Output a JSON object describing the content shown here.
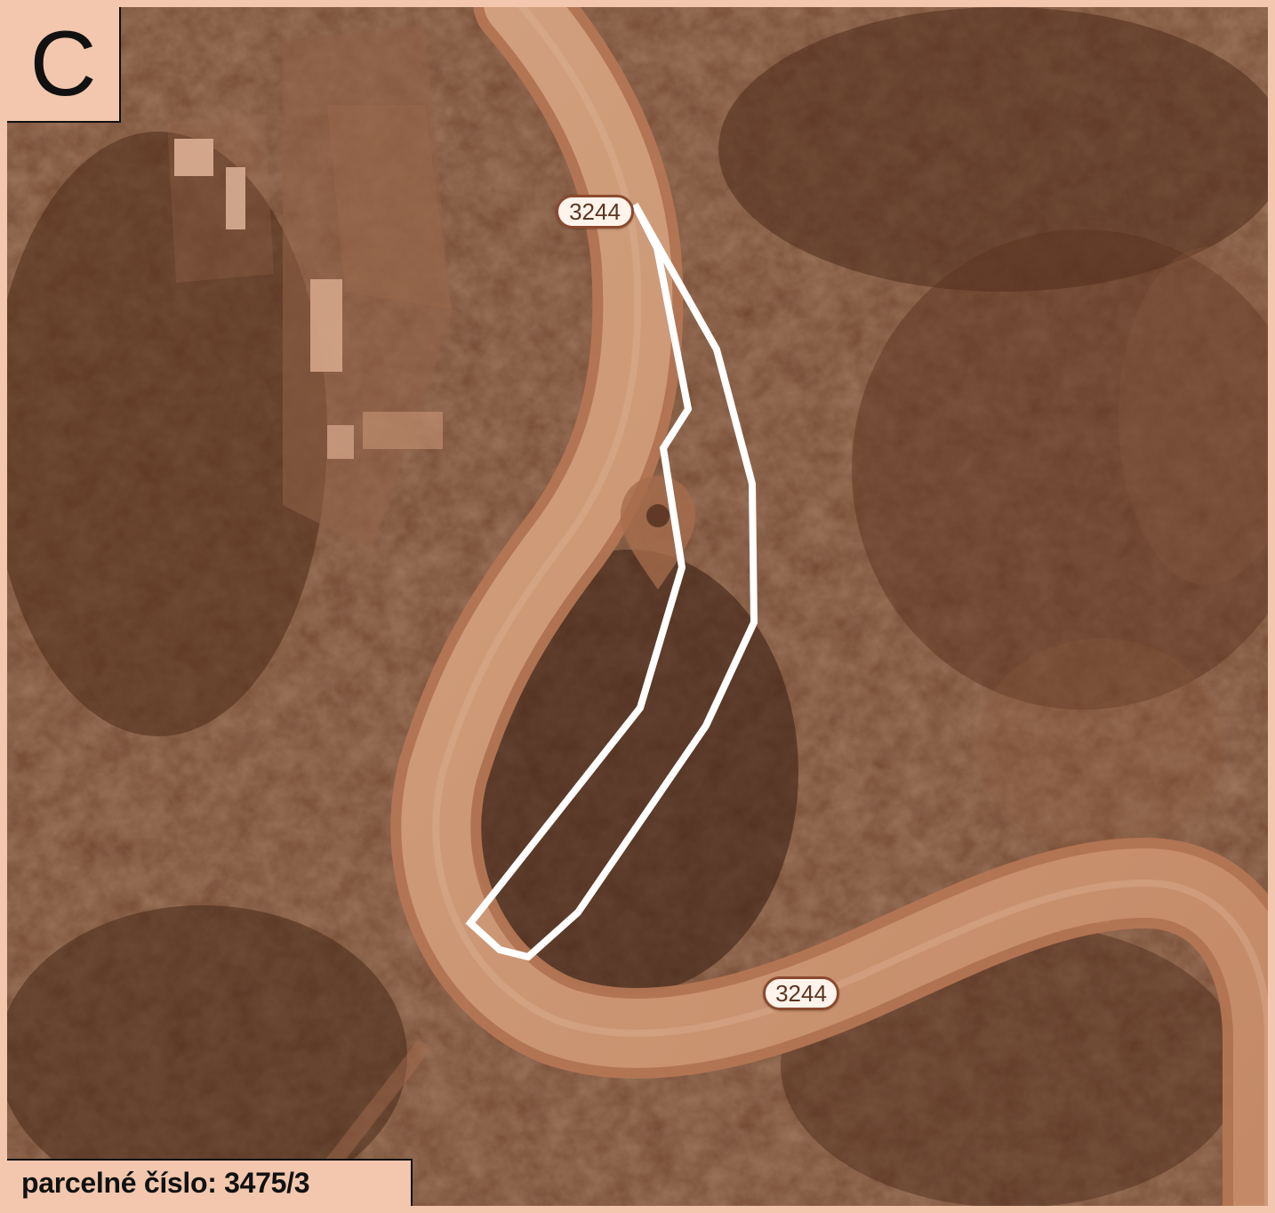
{
  "panel": {
    "letter": "C"
  },
  "map": {
    "road_number_top": "3244",
    "road_number_bottom": "3244",
    "colors": {
      "frame": "#f2c7ad",
      "road": "#c9926f",
      "road_edge": "#b67a58",
      "vegetation_dark": "#4e2b19",
      "vegetation_mid": "#7a4a30",
      "parcel_outline": "#ffffff",
      "marker": "#a56b4c"
    },
    "icons": {
      "location_marker": "location-pin-icon"
    }
  },
  "parcel": {
    "label": "parcelné číslo: 3475/3"
  }
}
